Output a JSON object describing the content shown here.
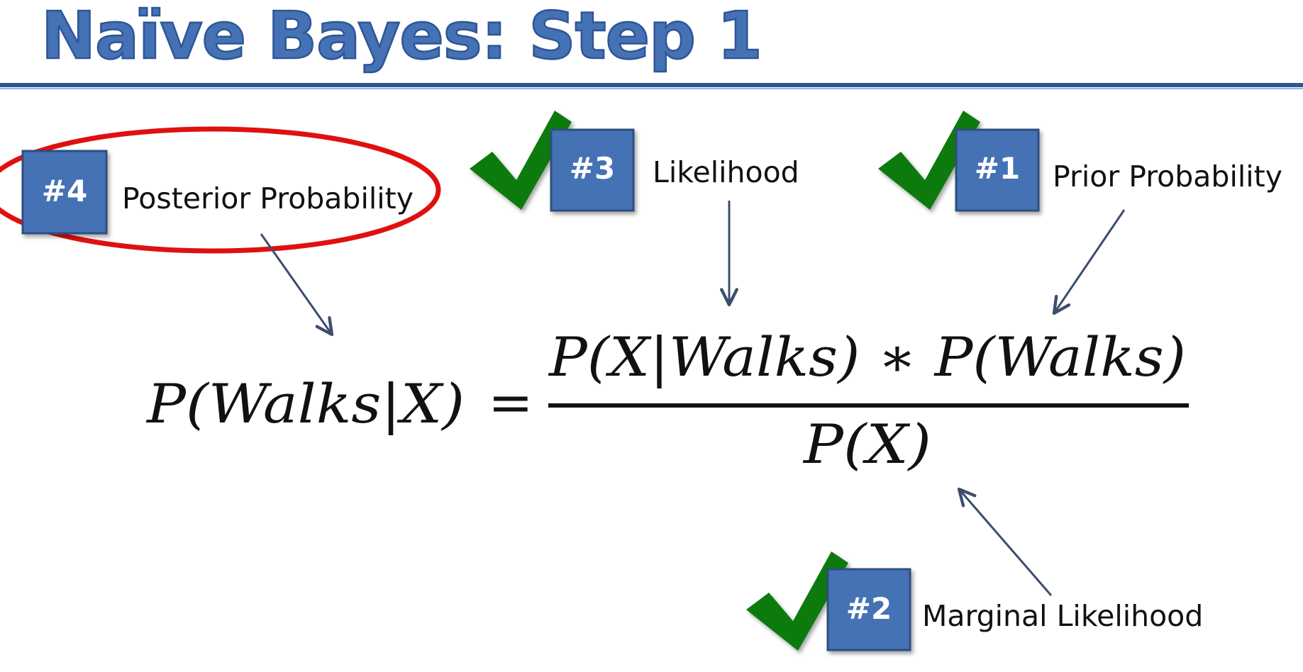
{
  "title": "Naïve Bayes: Step 1",
  "colors": {
    "title": "#4472b4",
    "rule": "#2f5597",
    "badge_fill": "#4472b4",
    "badge_border": "#2f4f7f",
    "checkmark": "#117a11",
    "ellipse": "#e01010",
    "arrow": "#3c4e6e",
    "text": "#111111"
  },
  "badges": [
    {
      "id": "4",
      "number": "#4",
      "label": "Posterior Probability",
      "checked": false,
      "highlighted": true
    },
    {
      "id": "3",
      "number": "#3",
      "label": "Likelihood",
      "checked": true,
      "highlighted": false
    },
    {
      "id": "1",
      "number": "#1",
      "label": "Prior Probability",
      "checked": true,
      "highlighted": false
    },
    {
      "id": "2",
      "number": "#2",
      "label": "Marginal Likelihood",
      "checked": true,
      "highlighted": false
    }
  ],
  "formula": {
    "lhs": "P(Walks|X)",
    "equals": "=",
    "numerator": "P(X|Walks) ∗ P(Walks)",
    "denominator": "P(X)"
  },
  "icons": {
    "checkmark": "check-icon",
    "arrow": "arrow-icon"
  }
}
